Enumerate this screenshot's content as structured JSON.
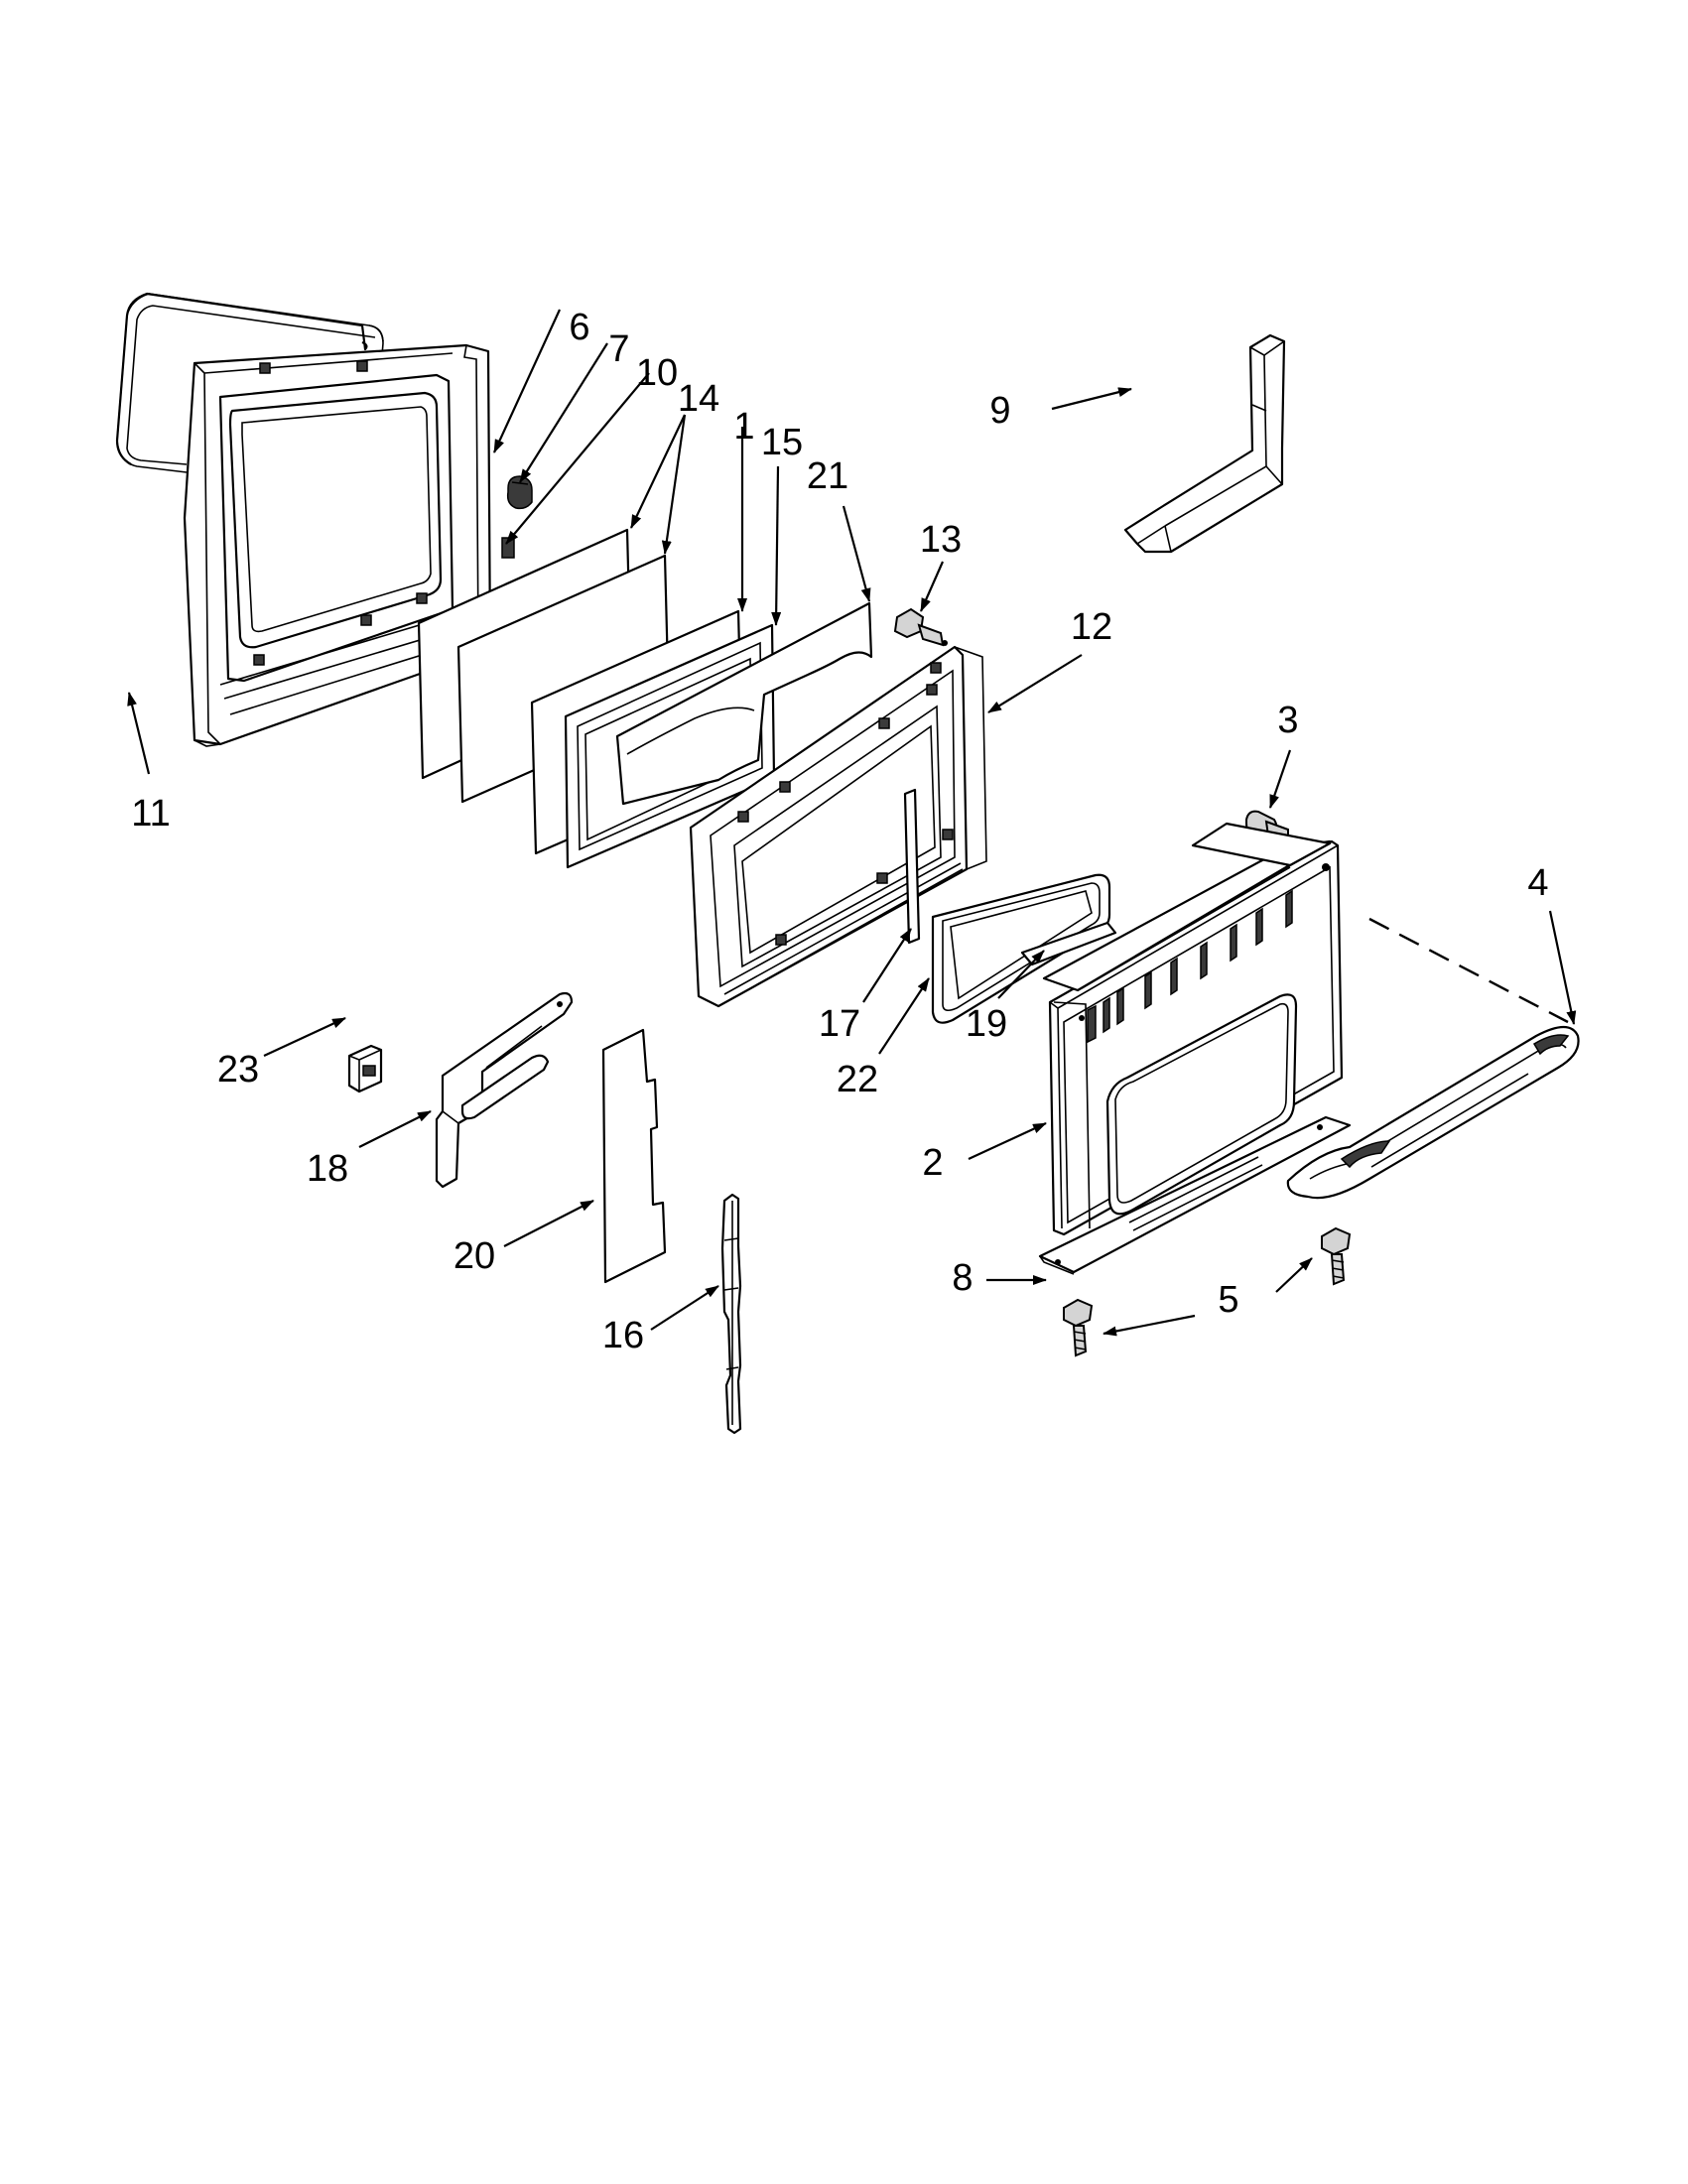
{
  "diagram": {
    "callouts": [
      {
        "id": "c6",
        "label": "6"
      },
      {
        "id": "c7",
        "label": "7"
      },
      {
        "id": "c10",
        "label": "10"
      },
      {
        "id": "c14",
        "label": "14"
      },
      {
        "id": "c1",
        "label": "1"
      },
      {
        "id": "c15",
        "label": "15"
      },
      {
        "id": "c21",
        "label": "21"
      },
      {
        "id": "c13",
        "label": "13"
      },
      {
        "id": "c9",
        "label": "9"
      },
      {
        "id": "c12",
        "label": "12"
      },
      {
        "id": "c11",
        "label": "11"
      },
      {
        "id": "c3",
        "label": "3"
      },
      {
        "id": "c4",
        "label": "4"
      },
      {
        "id": "c17",
        "label": "17"
      },
      {
        "id": "c22",
        "label": "22"
      },
      {
        "id": "c19",
        "label": "19"
      },
      {
        "id": "c23",
        "label": "23"
      },
      {
        "id": "c18",
        "label": "18"
      },
      {
        "id": "c2",
        "label": "2"
      },
      {
        "id": "c20",
        "label": "20"
      },
      {
        "id": "c8",
        "label": "8"
      },
      {
        "id": "c5",
        "label": "5"
      },
      {
        "id": "c16",
        "label": "16"
      }
    ]
  }
}
